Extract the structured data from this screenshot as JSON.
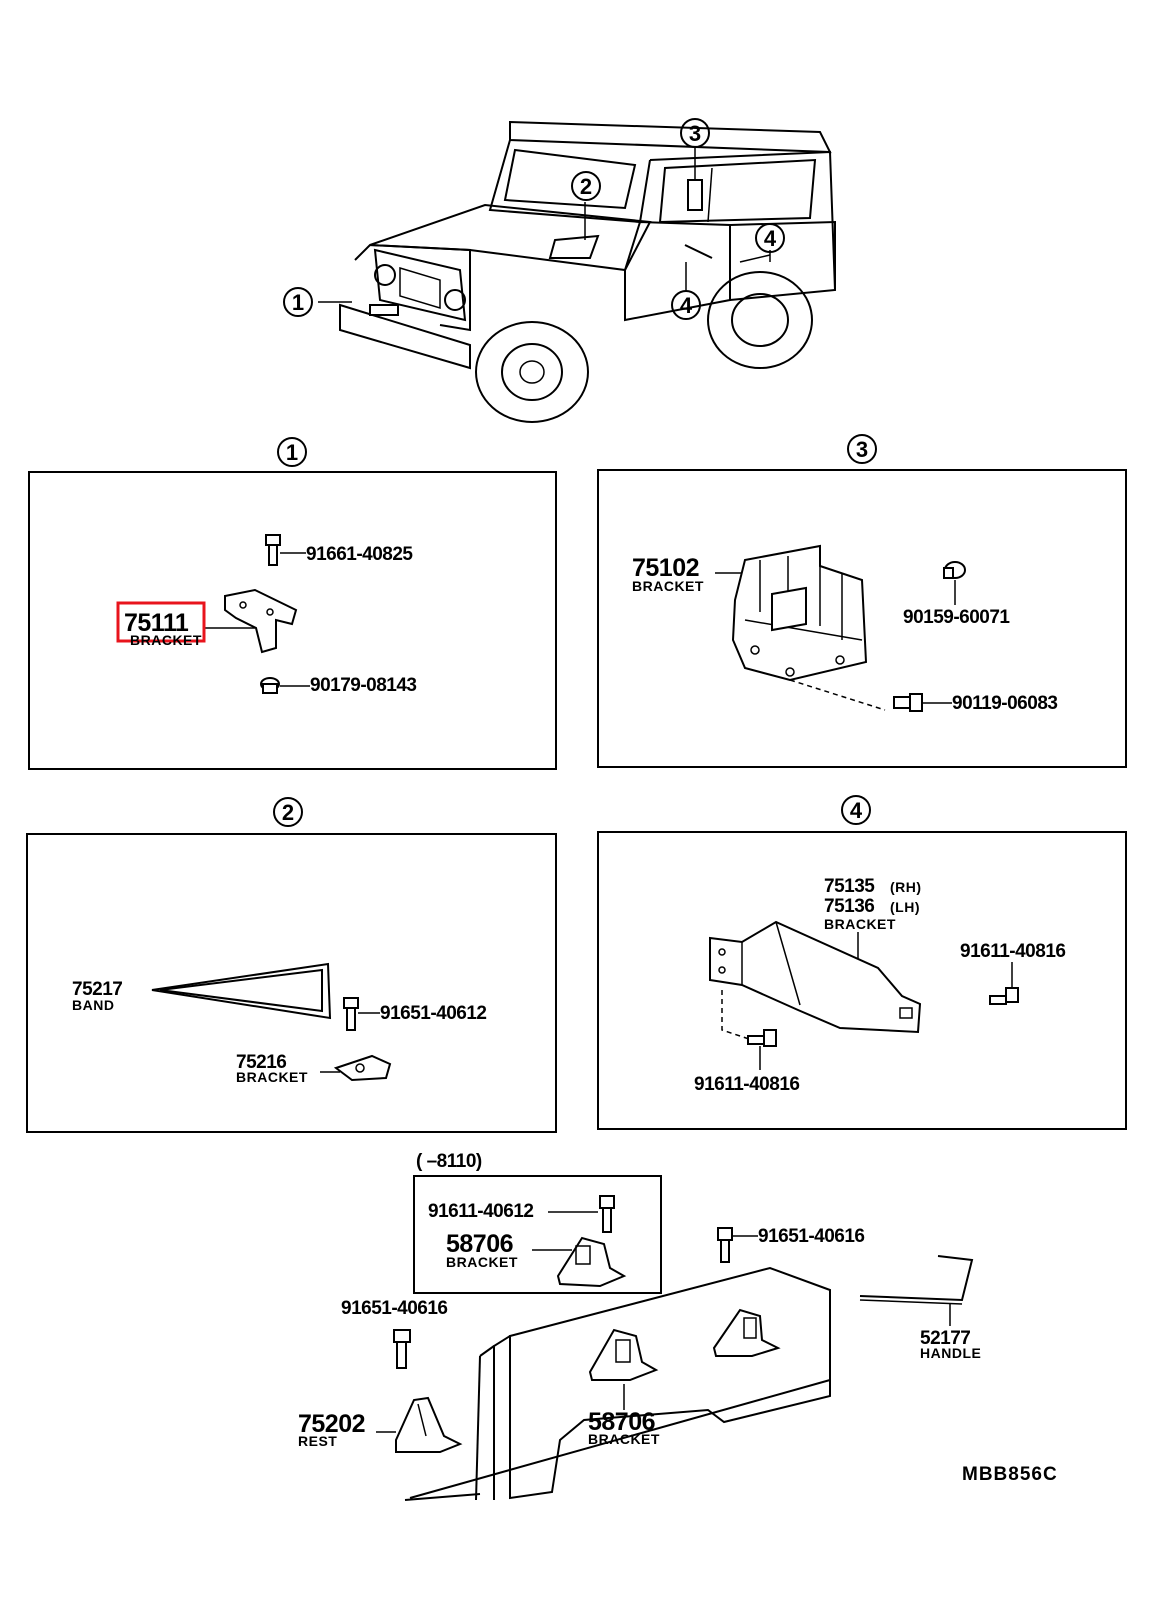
{
  "callouts": {
    "c1": "1",
    "c2": "2",
    "c3": "3",
    "c4": "4"
  },
  "vehicle": {
    "callout_1": "1",
    "callout_2": "2",
    "callout_3": "3",
    "callout_4a": "4",
    "callout_4b": "4"
  },
  "panel1": {
    "bolt_part": "91661-40825",
    "bracket_part": "75111",
    "bracket_label": "BRACKET",
    "nut_part": "90179-08143"
  },
  "panel3": {
    "bracket_part": "75102",
    "bracket_label": "BRACKET",
    "nut_part": "90159-60071",
    "bolt_part": "90119-06083"
  },
  "panel2": {
    "band_part": "75217",
    "band_label": "BAND",
    "bolt_part": "91651-40612",
    "bracket_part": "75216",
    "bracket_label": "BRACKET"
  },
  "panel4": {
    "bracket_part_rh": "75135",
    "rh_label": "(RH)",
    "bracket_part_lh": "75136",
    "lh_label": "(LH)",
    "bracket_label": "BRACKET",
    "bolt_part_right": "91611-40816",
    "bolt_part_bottom": "91611-40816"
  },
  "bottom": {
    "date_range": "(      –8110)",
    "inset_bolt_part": "91611-40612",
    "inset_bracket_part": "58706",
    "inset_bracket_label": "BRACKET",
    "bolt_part_right": "91651-40616",
    "handle_part": "52177",
    "handle_label": "HANDLE",
    "bolt_part_left": "91651-40616",
    "rest_part": "75202",
    "rest_label": "REST",
    "bracket_part": "58706",
    "bracket_label": "BRACKET",
    "diagram_code": "MBB856C"
  },
  "highlight_color": "#e8141c"
}
